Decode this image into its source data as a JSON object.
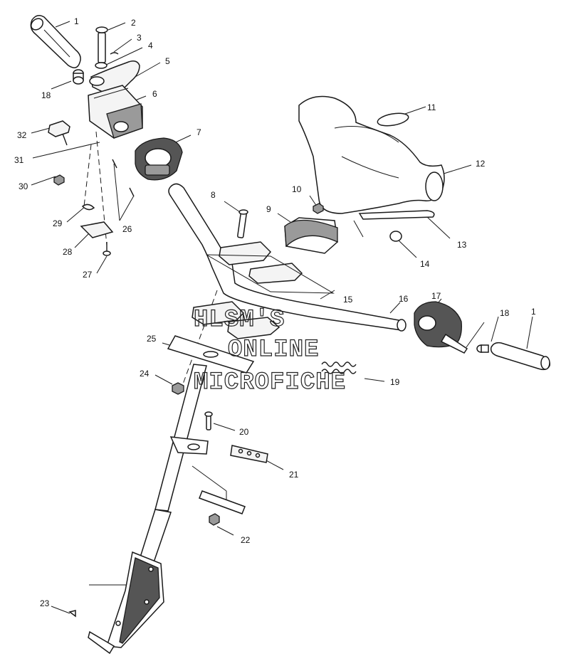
{
  "diagram": {
    "labels": [
      "1",
      "2",
      "3",
      "4",
      "5",
      "6",
      "7",
      "32",
      "31",
      "30",
      "29",
      "28",
      "27",
      "26",
      "11",
      "12",
      "10",
      "9",
      "8",
      "13",
      "14",
      "15",
      "16",
      "17",
      "18",
      "1",
      "19",
      "25",
      "24",
      "20",
      "21",
      "22",
      "23",
      "18"
    ],
    "watermark": {
      "line1": "HLSM'S",
      "line2": "ONLINE",
      "line3": "MICROFICHE"
    }
  }
}
